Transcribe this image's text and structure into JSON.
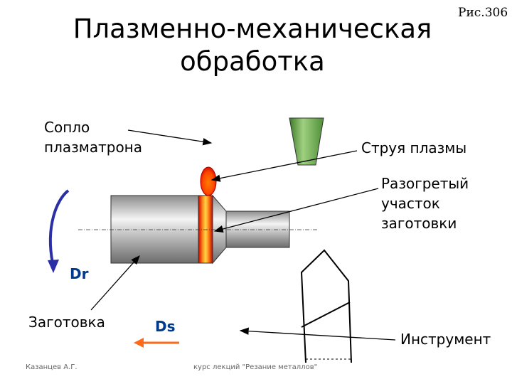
{
  "title_lines": [
    "Плазменно-механическая",
    "обработка"
  ],
  "figure_ref": "Рис.306",
  "labels": {
    "nozzle": [
      "Сопло",
      "плазматрона"
    ],
    "plasma_jet": "Струя плазмы",
    "heated_zone": [
      "Разогретый",
      "участок",
      "заготовки"
    ],
    "rotation_motion": "Dr",
    "workpiece": "Заготовка",
    "feed_motion": "Ds",
    "tool": "Инструмент"
  },
  "footer": {
    "author": "Казанцев А.Г.",
    "course": "курс лекций \"Резание металлов\""
  },
  "colors": {
    "nozzle_green": "#6aa84f",
    "plasma_orange": "#ff6a00",
    "plasma_red": "#d90000",
    "feed_arrow": "#ff6a1a",
    "rotation_arrow": "#2b2fa6",
    "motion_label": "#003a8c"
  }
}
